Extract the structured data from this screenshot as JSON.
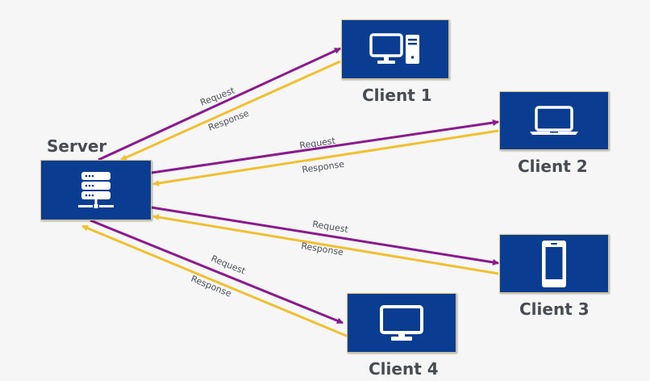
{
  "colors": {
    "node_fill": "#0a3d91",
    "request": "#8b1a8c",
    "response": "#f0c030",
    "label_text": "#484c52",
    "icon": "#ffffff",
    "background": "#f6f6f6"
  },
  "server": {
    "label": "Server",
    "icon": "server-icon"
  },
  "clients": [
    {
      "label": "Client 1",
      "icon": "desktop-tower-icon"
    },
    {
      "label": "Client 2",
      "icon": "laptop-icon"
    },
    {
      "label": "Client 3",
      "icon": "smartphone-icon"
    },
    {
      "label": "Client 4",
      "icon": "monitor-icon"
    }
  ],
  "edges": [
    {
      "client": 1,
      "request_label": "Request",
      "response_label": "Response"
    },
    {
      "client": 2,
      "request_label": "Request",
      "response_label": "Response"
    },
    {
      "client": 3,
      "request_label": "Request",
      "response_label": "Response"
    },
    {
      "client": 4,
      "request_label": "Request",
      "response_label": "Response"
    }
  ]
}
